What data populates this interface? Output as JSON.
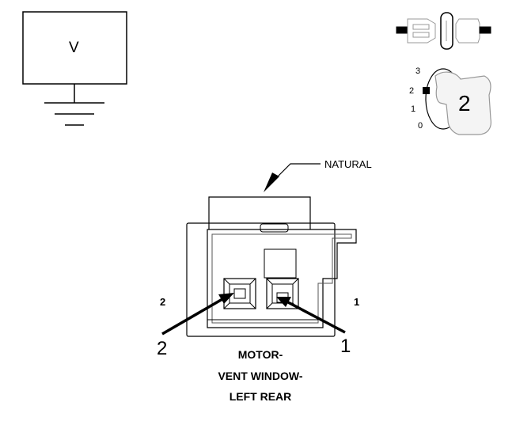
{
  "meter": {
    "label": "V"
  },
  "key_switch": {
    "positions": [
      "3",
      "2",
      "1",
      "0"
    ],
    "selected": "2"
  },
  "connector": {
    "color_label": "NATURAL",
    "side_pin_left": "2",
    "side_pin_right": "1",
    "callout_left": "2",
    "callout_right": "1",
    "title_lines": [
      "MOTOR-",
      "VENT WINDOW-",
      "LEFT REAR"
    ]
  }
}
